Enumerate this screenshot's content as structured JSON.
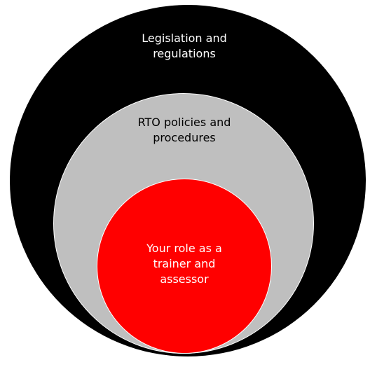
{
  "diagram": {
    "type": "nested-circles",
    "layers": [
      {
        "id": "outer",
        "label": "Legislation and\nregulations",
        "fill": "#000000",
        "text_color": "#ffffff"
      },
      {
        "id": "middle",
        "label": "RTO policies and\nprocedures",
        "fill": "#bfbfbf",
        "text_color": "#000000"
      },
      {
        "id": "inner",
        "label": "Your role as a\ntrainer and\nassessor",
        "fill": "#ff0000",
        "text_color": "#ffffff"
      }
    ]
  }
}
